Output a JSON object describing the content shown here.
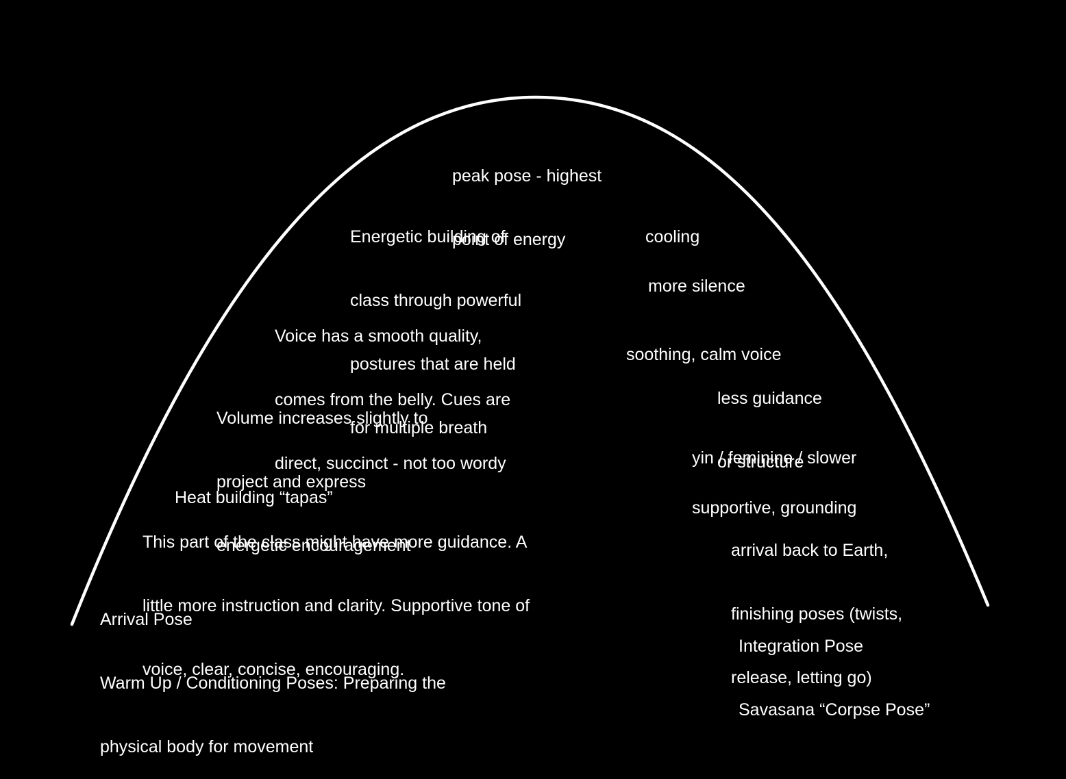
{
  "colors": {
    "background": "#000000",
    "arc": "#ffffff",
    "text": "#ffffff"
  },
  "labels": {
    "peak": [
      "peak pose - highest",
      "point of energy"
    ],
    "energetic_building": [
      "Energetic building of",
      "class through powerful",
      "postures that are held",
      "for multiple breath"
    ],
    "voice_smooth": [
      "Voice has a smooth quality,",
      "comes from the belly. Cues are",
      "direct, succinct - not too wordy"
    ],
    "volume": [
      "Volume increases slightly to",
      "project and express",
      "energetic encouragement"
    ],
    "heat_building": [
      "Heat building “tapas”"
    ],
    "guidance": [
      "This part of the class might have more guidance. A",
      "little more instruction and clarity. Supportive tone of",
      "voice, clear, concise, encouraging."
    ],
    "arrival": [
      "Arrival Pose",
      "Warm Up / Conditioning Poses: Preparing the",
      "physical body for movement"
    ],
    "cooling": [
      "cooling"
    ],
    "more_silence": [
      "more silence"
    ],
    "soothing": [
      "soothing, calm voice"
    ],
    "less_guidance": [
      "less guidance",
      "or structure"
    ],
    "yin": [
      "yin / feminine / slower"
    ],
    "supportive": [
      "supportive, grounding"
    ],
    "arrival_back": [
      "arrival back to Earth,",
      "finishing poses (twists,",
      "release, letting go)"
    ],
    "integration": [
      "Integration Pose",
      "Savasana “Corpse Pose”"
    ]
  }
}
